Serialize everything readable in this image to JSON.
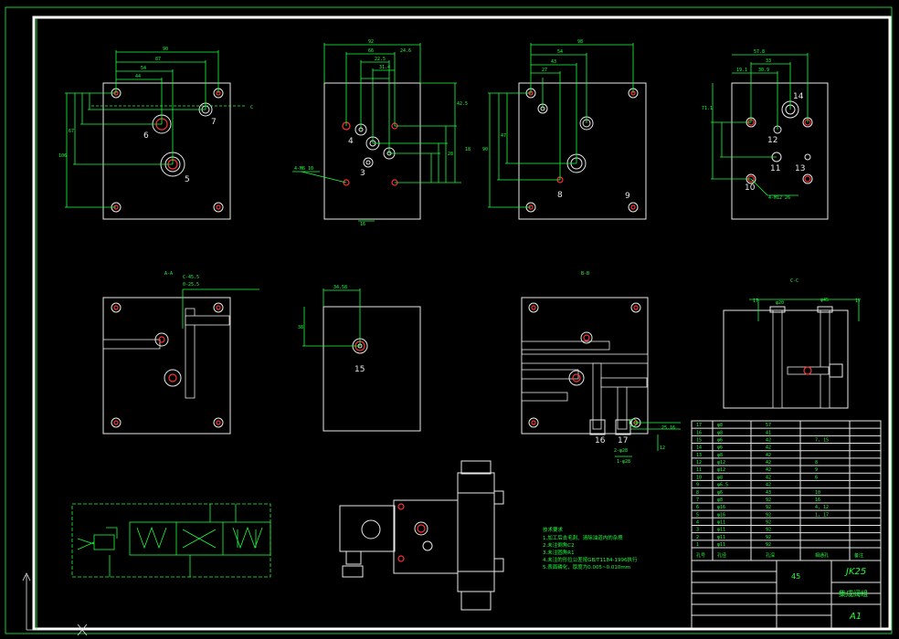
{
  "part_labels": {
    "p5": "5",
    "p6": "6",
    "p7": "7",
    "p3": "3",
    "p4": "4",
    "p8": "8",
    "p9": "9",
    "p10": "10",
    "p11": "11",
    "p12": "12",
    "p13": "13",
    "p14": "14",
    "p15": "15",
    "p16": "16",
    "p17": "17"
  },
  "dimensions": {
    "v1_90": "90",
    "v1_87": "87",
    "v1_54": "54",
    "v1_44": "44",
    "v1_106": "106",
    "v1_67": "67",
    "v1_C": "C",
    "v2_92": "92",
    "v2_66": "66",
    "v2_22_5": "22.5",
    "v2_24_6": "24.6",
    "v2_31_4": "31.4",
    "v2_42_5": "42.5",
    "v2_18": "18",
    "v2_28": "28",
    "v2_thread": "4-M6 10",
    "v2_16": "16",
    "v3_98": "98",
    "v3_54": "54",
    "v3_43": "43",
    "v3_27": "27",
    "v3_90": "90",
    "v3_47": "47",
    "v4_57_8": "57.8",
    "v4_33": "33",
    "v4_30_9": "30.9",
    "v4_19_1": "19.1",
    "v4_71_1": "71.1",
    "v4_thread": "4-M12 26",
    "s1_label": "A-A",
    "s2_label": "B-B",
    "s3_label": "C-C",
    "s1_phi": "C-45.5",
    "s1_phi2": "0-25.5",
    "s15_top": "34.58",
    "s15_side": "38",
    "s4_phi1": "φ20",
    "s4_phi2": "φ45",
    "s4_17a": "17",
    "s4_17b": "17",
    "s3_dim1": "25.16",
    "s3_dim2": "2-φ28",
    "s3_dim3": "1-φ28",
    "s3_dim4": "12"
  },
  "tech_requirements": {
    "title": "技术要求",
    "lines": [
      "1.加工后去毛刺、清除油道内的杂质",
      "2.未注倒角C2",
      "3.未注圆角R1",
      "4.未注的形位公差按GB/T1184-1996执行",
      "5.表面磷化，厚度为0.005~0.010mm"
    ]
  },
  "parts_table": {
    "rows": [
      [
        "17",
        "φ8",
        "57",
        "",
        "",
        ""
      ],
      [
        "16",
        "φ8",
        "41",
        "",
        "",
        ""
      ],
      [
        "15",
        "φ6",
        "42",
        "7, 15",
        "",
        ""
      ],
      [
        "14",
        "φ6",
        "42",
        "",
        "",
        ""
      ],
      [
        "13",
        "φ8",
        "42",
        "",
        "",
        ""
      ],
      [
        "12",
        "φ12",
        "42",
        "8",
        "",
        ""
      ],
      [
        "11",
        "φ12",
        "42",
        "9",
        "",
        ""
      ],
      [
        "10",
        "φ8",
        "42",
        "6",
        "",
        ""
      ],
      [
        "9",
        "φ6.5",
        "42",
        "",
        "",
        ""
      ],
      [
        "8",
        "φ6",
        "43",
        "10",
        "",
        ""
      ],
      [
        "7",
        "φ8",
        "92",
        "16",
        "",
        ""
      ],
      [
        "6",
        "φ16",
        "92",
        "4, 12",
        "",
        ""
      ],
      [
        "5",
        "φ16",
        "92",
        "1, 17",
        "",
        ""
      ],
      [
        "4",
        "φ11",
        "92",
        "",
        "",
        ""
      ],
      [
        "3",
        "φ11",
        "92",
        "",
        "",
        ""
      ],
      [
        "2",
        "φ11",
        "92",
        "",
        "",
        ""
      ],
      [
        "1",
        "φ11",
        "92",
        "",
        "",
        ""
      ]
    ],
    "header": [
      "孔号",
      "孔径",
      "孔深",
      "相通孔",
      "备注"
    ],
    "scale": "45",
    "drawing_no": "JK25",
    "title": "集成阀组",
    "size": "A1"
  }
}
